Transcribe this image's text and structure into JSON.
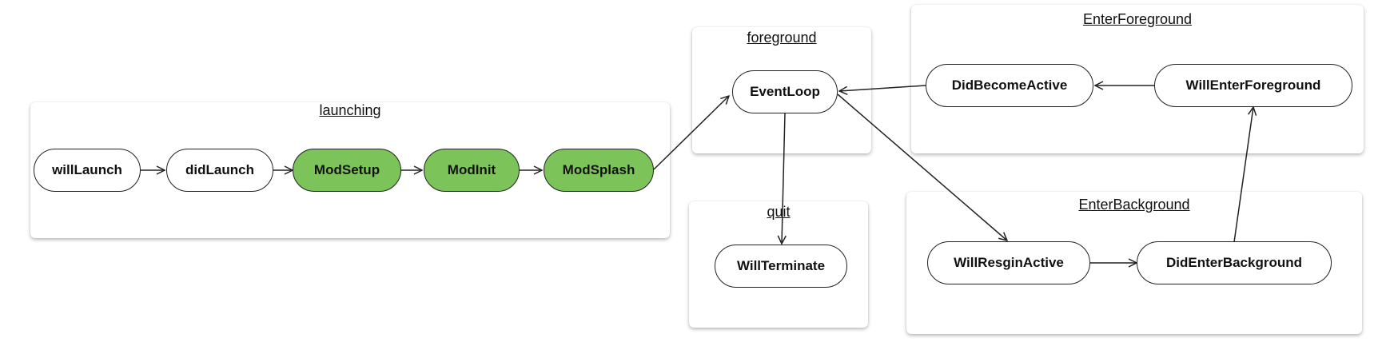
{
  "groups": {
    "launching": "launching",
    "foreground": "foreground",
    "quit": "quit",
    "enter_foreground": "EnterForeground",
    "enter_background": "EnterBackground"
  },
  "nodes": {
    "will_launch": "willLaunch",
    "did_launch": "didLaunch",
    "mod_setup": "ModSetup",
    "mod_init": "ModInit",
    "mod_splash": "ModSplash",
    "event_loop": "EventLoop",
    "will_terminate": "WillTerminate",
    "did_become_active": "DidBecomeActive",
    "will_enter_foreground": "WillEnterForeground",
    "will_resign_active": "WillResginActive",
    "did_enter_background": "DidEnterBackground"
  },
  "colors": {
    "module_fill": "#7cc35a",
    "stroke": "#222222"
  }
}
